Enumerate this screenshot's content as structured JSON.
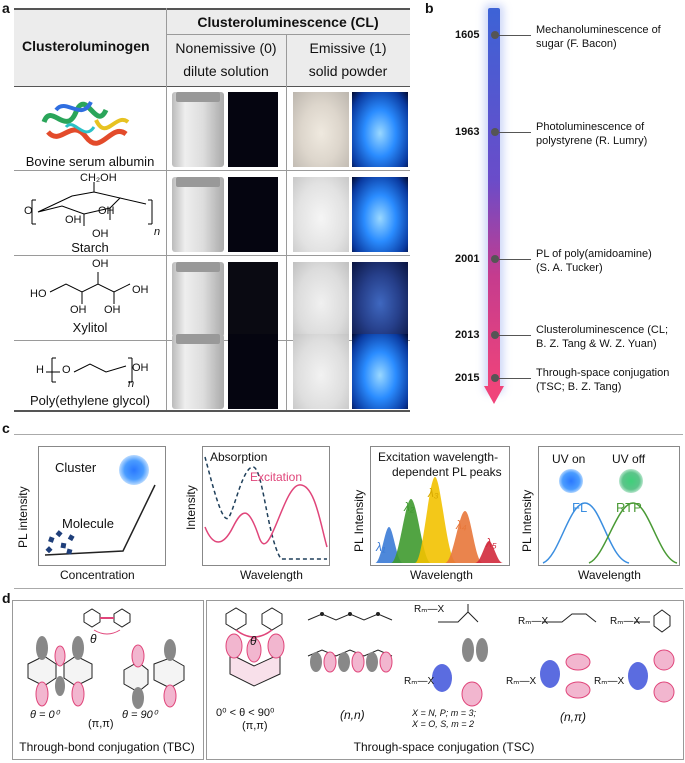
{
  "panels": {
    "a": "a",
    "b": "b",
    "c": "c",
    "d": "d"
  },
  "table": {
    "col1_header": "Clusteroluminogen",
    "cl_header": "Clusteroluminescence (CL)",
    "nonemissive": "Nonemissive (0)",
    "nonemissive_sub": "dilute solution",
    "emissive": "Emissive (1)",
    "emissive_sub": "solid powder",
    "rows": [
      {
        "name": "Bovine serum albumin"
      },
      {
        "name": "Starch"
      },
      {
        "name": "Xylitol"
      },
      {
        "name": "Poly(ethylene glycol)"
      }
    ],
    "starch_labels": {
      "ch2oh": "CH₂OH",
      "oh1": "OH",
      "oh2": "OH",
      "oh3": "OH",
      "o": "O",
      "n": "n"
    },
    "xylitol_labels": {
      "oh_a": "OH",
      "oh_b": "OH",
      "ho_l": "HO",
      "oh_r": "OH",
      "oh_c": "OH"
    },
    "peg_labels": {
      "h": "H",
      "o": "O",
      "oh": "OH",
      "n": "n"
    }
  },
  "timeline": {
    "events": [
      {
        "year": "1605",
        "line1": "Mechanoluminescence of",
        "line2": "sugar (F. Bacon)"
      },
      {
        "year": "1963",
        "line1": "Photoluminescence of",
        "line2": "polystyrene (R. Lumry)"
      },
      {
        "year": "2001",
        "line1": "PL of poly(amidoamine)",
        "line2": "(S. A. Tucker)"
      },
      {
        "year": "2013",
        "line1": "Clusteroluminescence (CL;",
        "line2": "B. Z. Tang & W. Z. Yuan)"
      },
      {
        "year": "2015",
        "line1": "Through-space conjugation",
        "line2": "(TSC; B. Z. Tang)"
      }
    ]
  },
  "panel_c": {
    "box1": {
      "ylabel": "PL intensity",
      "xlabel": "Concentration",
      "cluster": "Cluster",
      "molecule": "Molecule"
    },
    "box2": {
      "ylabel": "Intensity",
      "xlabel": "Wavelength",
      "absorption": "Absorption",
      "excitation": "Excitation"
    },
    "box3": {
      "ylabel": "PL Intensity",
      "xlabel": "Wavelength",
      "title1": "Excitation wavelength-",
      "title2": "dependent PL peaks",
      "peaks": [
        "λ₁",
        "λ₂",
        "λ₃",
        "λ₄",
        "λ₅"
      ],
      "colors": [
        "#3b7bd6",
        "#3f9a2f",
        "#f2c200",
        "#e8773a",
        "#d12a3c"
      ]
    },
    "box4": {
      "ylabel": "PL Intensity",
      "xlabel": "Wavelength",
      "uv_on": "UV on",
      "uv_off": "UV off",
      "fl": "FL",
      "rtp": "RTP"
    }
  },
  "panel_d": {
    "theta": "θ",
    "theta0": "θ = 0⁰",
    "theta90": "θ = 90⁰",
    "pipi": "(π,π)",
    "range": "0⁰ < θ < 90⁰",
    "nn": "(n,n)",
    "npi": "(n,π)",
    "note1": "X = N, P; m = 3;",
    "note2": "X = O, S, m = 2",
    "rmx": "Rₘ—X",
    "tbc": "Through-bond conjugation (TBC)",
    "tsc": "Through-space conjugation (TSC)"
  }
}
